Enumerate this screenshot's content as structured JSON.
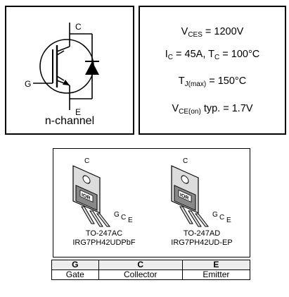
{
  "symbol": {
    "pin_c": "C",
    "pin_g": "G",
    "pin_e": "E",
    "channel": "n-channel"
  },
  "specs": {
    "vces": {
      "sym": "V",
      "sub": "CES",
      "rest": " = 1200V"
    },
    "ic": {
      "sym": "I",
      "sub": "C",
      "mid": " = 45A, T",
      "sub2": "C",
      "rest": " = 100°C"
    },
    "tj": {
      "sym": "T",
      "sub": "J(max)",
      "rest": " = 150°C"
    },
    "vce": {
      "sym": "V",
      "sub": "CE(on)",
      "rest": " typ. = 1.7V"
    }
  },
  "packages": [
    {
      "pin_c_top": "C",
      "pin_g": "G",
      "pin_c": "C",
      "pin_e": "E",
      "logo": "IOR",
      "package": "TO-247AC",
      "part": "IRG7PH42UDPbF"
    },
    {
      "pin_c_top": "C",
      "pin_g": "G",
      "pin_c": "C",
      "pin_e": "E",
      "logo": "IOR",
      "package": "TO-247AD",
      "part": "IRG7PH42UD-EP"
    }
  ],
  "pin_table": {
    "headers": [
      "G",
      "C",
      "E"
    ],
    "names": [
      "Gate",
      "Collector",
      "Emitter"
    ]
  }
}
